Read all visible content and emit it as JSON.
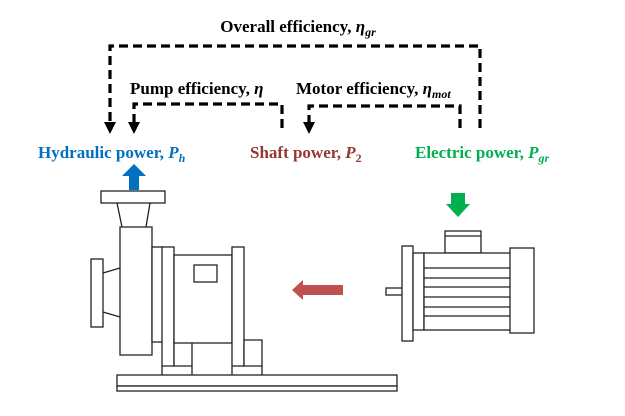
{
  "title": "Pump and motor power flow and efficiency",
  "efficiency_labels": {
    "overall": {
      "text": "Overall efficiency, ",
      "symbol": "η",
      "subscript": "gr"
    },
    "pump": {
      "text": "Pump efficiency, ",
      "symbol": "η",
      "subscript": ""
    },
    "motor": {
      "text": "Motor efficiency, ",
      "symbol": "η",
      "subscript": "mot"
    }
  },
  "power_labels": {
    "hydraulic": {
      "text": "Hydraulic power, ",
      "symbol": "P",
      "subscript": "h",
      "color": "#0070C0"
    },
    "shaft": {
      "text": "Shaft power, ",
      "symbol": "P",
      "subscript": "2",
      "color": "#943634"
    },
    "electric": {
      "text": "Electric power, ",
      "symbol": "P",
      "subscript": "gr",
      "color": "#00B050"
    }
  },
  "arrow_colors": {
    "hydraulic_out": "#0070C0",
    "shaft_transfer": "#C0504D",
    "electric_in": "#00B050"
  },
  "components": [
    "centrifugal-pump",
    "electric-motor",
    "base-frame"
  ]
}
